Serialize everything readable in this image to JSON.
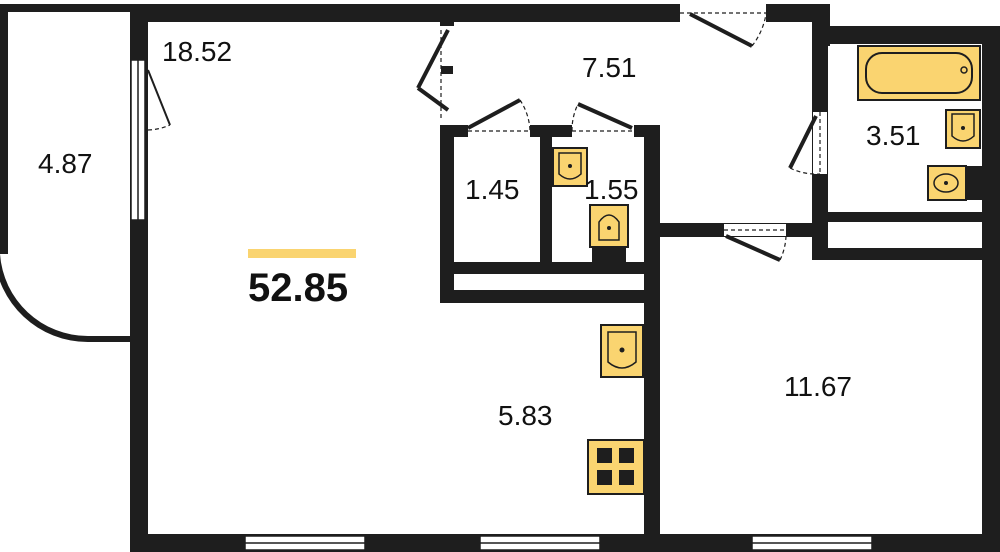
{
  "plan": {
    "total_area": "52.85",
    "accent_color": "#fad470",
    "wall_color": "#1e1e1e",
    "rooms": {
      "living": "18.52",
      "loggia": "4.87",
      "hallway": "7.51",
      "storage": "1.45",
      "toilet": "1.55",
      "bathroom": "3.51",
      "kitchen": "5.83",
      "bedroom": "11.67"
    },
    "fixtures": [
      "bathtub-icon",
      "sink-icon",
      "toilet-icon",
      "washing-machine-icon",
      "stove-icon"
    ]
  }
}
